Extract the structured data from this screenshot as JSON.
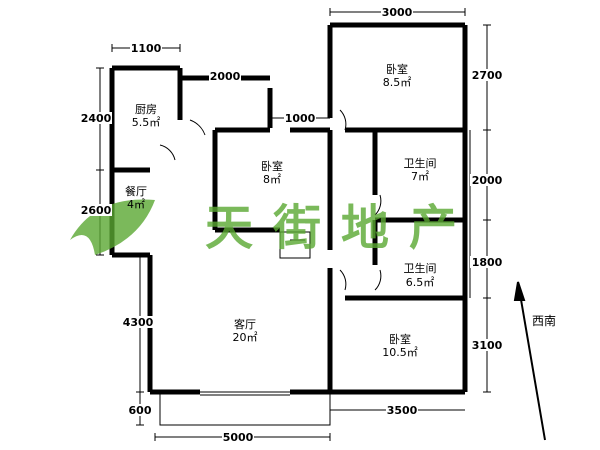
{
  "rooms": {
    "kitchen": {
      "name": "厨房",
      "area": "5.5㎡"
    },
    "dining": {
      "name": "餐厅",
      "area": "4㎡"
    },
    "bedroom_north": {
      "name": "卧室",
      "area": "8.5㎡"
    },
    "bedroom_middle": {
      "name": "卧室",
      "area": "8㎡"
    },
    "bath_1": {
      "name": "卫生间",
      "area": "7㎡"
    },
    "bath_2": {
      "name": "卫生间",
      "area": "6.5㎡"
    },
    "living": {
      "name": "客厅",
      "area": "20㎡"
    },
    "bedroom_south": {
      "name": "卧室",
      "area": "10.5㎡"
    }
  },
  "dimensions": {
    "top_kitchen": "1100",
    "top_corridor": "2000",
    "top_bedroom": "3000",
    "mid_corridor": "1000",
    "left_kitchen": "2400",
    "left_dining": "2600",
    "left_living": "4300",
    "left_balcony": "600",
    "right_bedroom": "2700",
    "right_bath1": "2000",
    "right_bath2": "1800",
    "right_bedroom_south": "3100",
    "bottom_living": "5000",
    "bottom_bedroom": "3500"
  },
  "orientation": "西南",
  "watermark": "天街地产"
}
